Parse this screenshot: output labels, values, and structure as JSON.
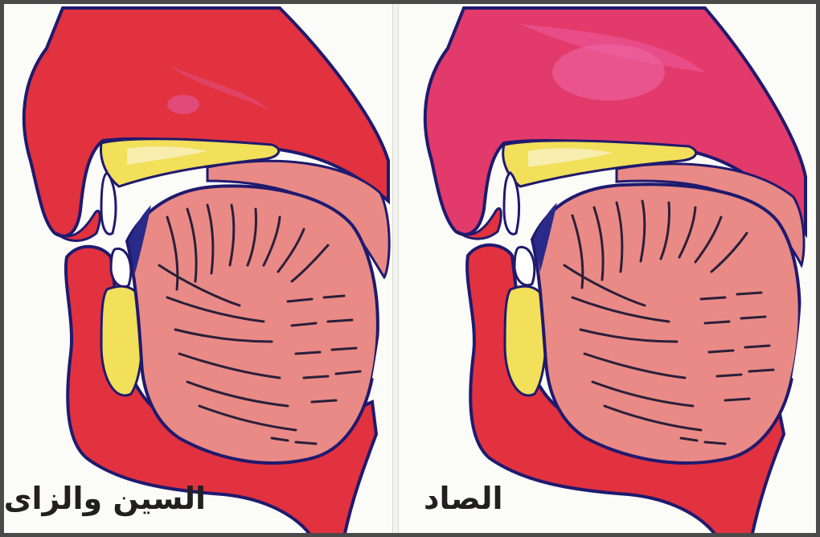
{
  "panels": [
    {
      "id": "left",
      "label": "السين والزاى"
    },
    {
      "id": "right",
      "label": "الصاد"
    }
  ],
  "colors": {
    "tissue_red": "#e0283a",
    "nasal_pink": "#e23a6a",
    "tongue_pink": "#e98a86",
    "bone_yellow": "#f2df5a",
    "outline_navy": "#1f1a6e",
    "tongue_lines": "#2a1f3a"
  }
}
